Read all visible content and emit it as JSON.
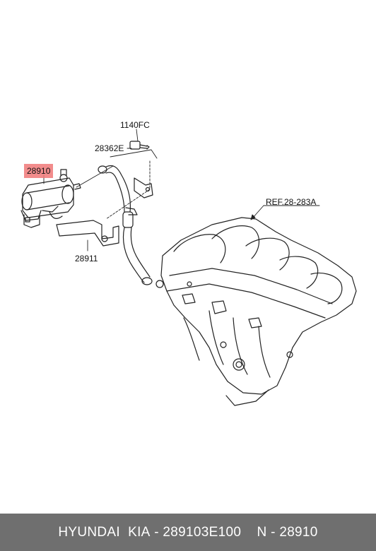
{
  "diagram": {
    "callouts": [
      {
        "id": "1140FC",
        "text": "1140FC"
      },
      {
        "id": "28362E",
        "text": "28362E"
      },
      {
        "id": "28910",
        "text": "28910",
        "highlighted": true
      },
      {
        "id": "28911",
        "text": "28911"
      },
      {
        "id": "ref",
        "text": "REF.28-283A"
      }
    ],
    "highlight_color": "#f07878"
  },
  "footer": {
    "brand": "HYUNDAI  KIA",
    "separator1": " - ",
    "part_number": "289103E100",
    "separator2": "    N - ",
    "ref_number": "28910",
    "background": "#6f6f6f"
  }
}
